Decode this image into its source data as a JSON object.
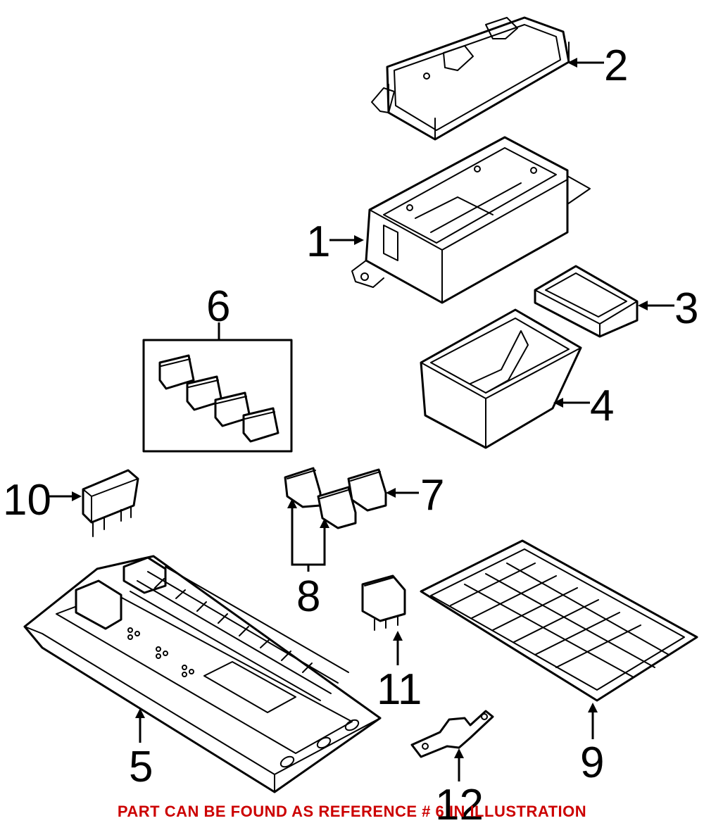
{
  "diagram": {
    "callouts": [
      "1",
      "2",
      "3",
      "4",
      "5",
      "6",
      "7",
      "8",
      "9",
      "10",
      "11",
      "12"
    ],
    "footnote": "PART CAN BE FOUND AS REFERENCE # 6 IN ILLUSTRATION"
  },
  "colors": {
    "line": "#000000",
    "background": "#ffffff",
    "footnote": "#cc0000"
  }
}
